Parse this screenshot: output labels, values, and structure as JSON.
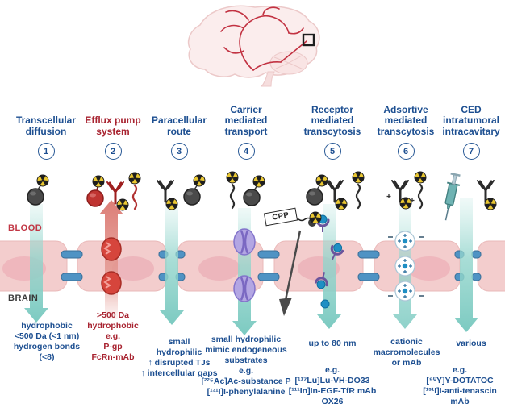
{
  "labels": {
    "blood": "BLOOD",
    "brain": "BRAIN",
    "cpp": "CPP"
  },
  "colors": {
    "blue": "#1d4f91",
    "red": "#a82330",
    "teal": "#7ccac1",
    "membrane": "#f3cdcd",
    "junction": "#4f93c4",
    "purple": "#8374cb",
    "radioactive-yellow": "#eac832",
    "artery-red": "#c23242"
  },
  "columns": [
    {
      "number": "1",
      "title": "Transcellular\ndiffusion",
      "note": "hydrophobic\n<500 Da (<1 nm)\nhydrogen bonds\n(<8)"
    },
    {
      "number": "2",
      "title": "Efflux pump\nsystem",
      "note": ">500 Da\nhydrophobic\ne.g.\nP-gp\nFcRn-mAb"
    },
    {
      "number": "3",
      "title": "Paracellular\nroute",
      "note": "small\nhydrophilic\n↑ disrupted TJs\n↑ intercellular gaps"
    },
    {
      "number": "4",
      "title": "Carrier\nmediated\ntransport",
      "note": "small hydrophilic\nmimic endogeneous\nsubstrates\ne.g.\n[²²⁵Ac]Ac-substance P\n[¹³¹I]I-phenylalanine"
    },
    {
      "number": "5",
      "title": "Receptor\nmediated\ntranscytosis",
      "note": "up to 80 nm",
      "examples": "e.g.\n[¹¹⁷Lu]Lu-VH-DO33\n[¹¹¹In]In-EGF-TfR mAb\nOX26"
    },
    {
      "number": "6",
      "title": "Adsortive\nmediated\ntranscytosis",
      "note": "cationic\nmacromolecules\nor mAb"
    },
    {
      "number": "7",
      "title": "CED\nintratumoral\nintracavitary",
      "note": "various",
      "examples": "e.g.\n[⁹⁰Y]Y-DOTATOC\n[¹³¹I]I-anti-tenascin\nmAb"
    }
  ]
}
